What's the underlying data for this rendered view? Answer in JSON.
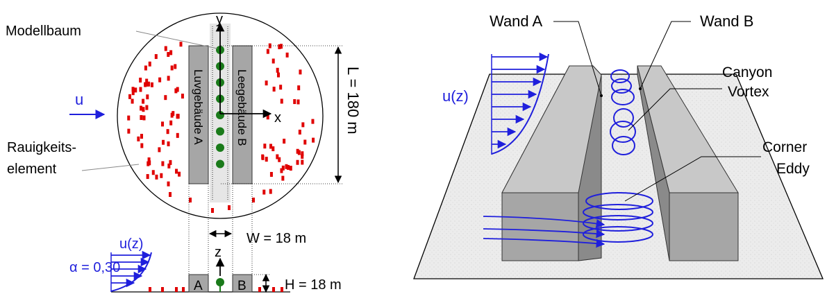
{
  "left": {
    "labels": {
      "modellbaum": "Modellbaum",
      "u": "u",
      "rauigkeit_1": "Rauigkeits-",
      "rauigkeit_2": "element",
      "luv": "Luvgebäude A",
      "lee": "Leegebäude B",
      "axis_y": "y",
      "axis_x": "x",
      "axis_z": "z",
      "length": "L = 180 m",
      "width": "W = 18 m",
      "height": "H = 18 m",
      "uz": "u(z)",
      "alpha": "α = 0,30",
      "building_a": "A",
      "building_b": "B"
    },
    "tree_count": 8
  },
  "right": {
    "labels": {
      "wand_a": "Wand A",
      "wand_b": "Wand B",
      "uz": "u(z)",
      "canyon_1": "Canyon",
      "canyon_2": "Vortex",
      "corner_1": "Corner",
      "corner_2": "Eddy"
    }
  },
  "colors": {
    "flow": "#1f1fdc",
    "roughness": "#e00000",
    "tree": "#1a7a1a",
    "building": "#a6a6a6",
    "ground": "#ececec"
  }
}
